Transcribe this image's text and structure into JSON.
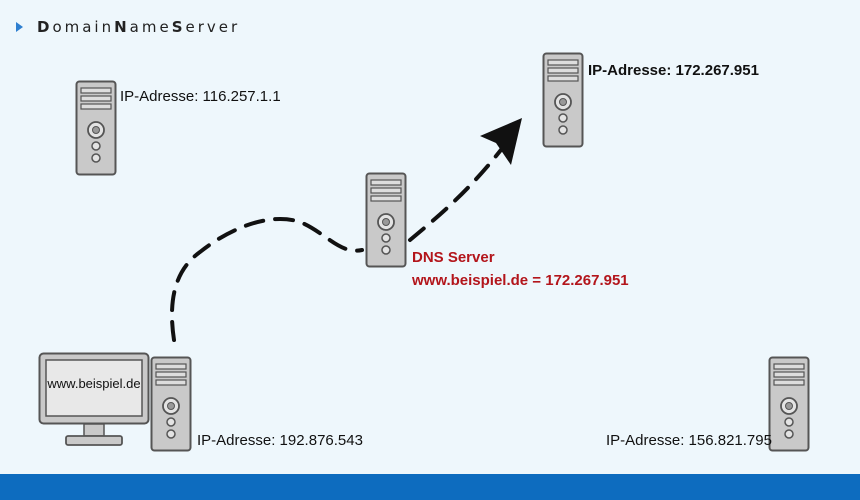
{
  "header": {
    "title_parts": [
      {
        "initial": "D",
        "rest": "omain "
      },
      {
        "initial": "N",
        "rest": "ame "
      },
      {
        "initial": "S",
        "rest": "erver"
      }
    ]
  },
  "nodes": {
    "server_top_left": {
      "ip_label": "IP-Adresse: 116.257.1.1"
    },
    "server_target": {
      "ip_label": "IP-Adresse: 172.267.951"
    },
    "dns_server": {
      "name": "DNS Server",
      "record": "www.beispiel.de = 172.267.951"
    },
    "client": {
      "screen_text": "www.beispiel.de",
      "ip_label": "IP-Adresse: 192.876.543"
    },
    "server_bottom_right": {
      "ip_label": "IP-Adresse: 156.821.795"
    }
  },
  "colors": {
    "background": "#eef7fc",
    "accent_bar": "#0d6cbf",
    "dns_text": "#b3151b",
    "bullet": "#2e7fd0"
  },
  "icons": [
    "server-icon",
    "monitor-icon",
    "dashed-arrow"
  ]
}
